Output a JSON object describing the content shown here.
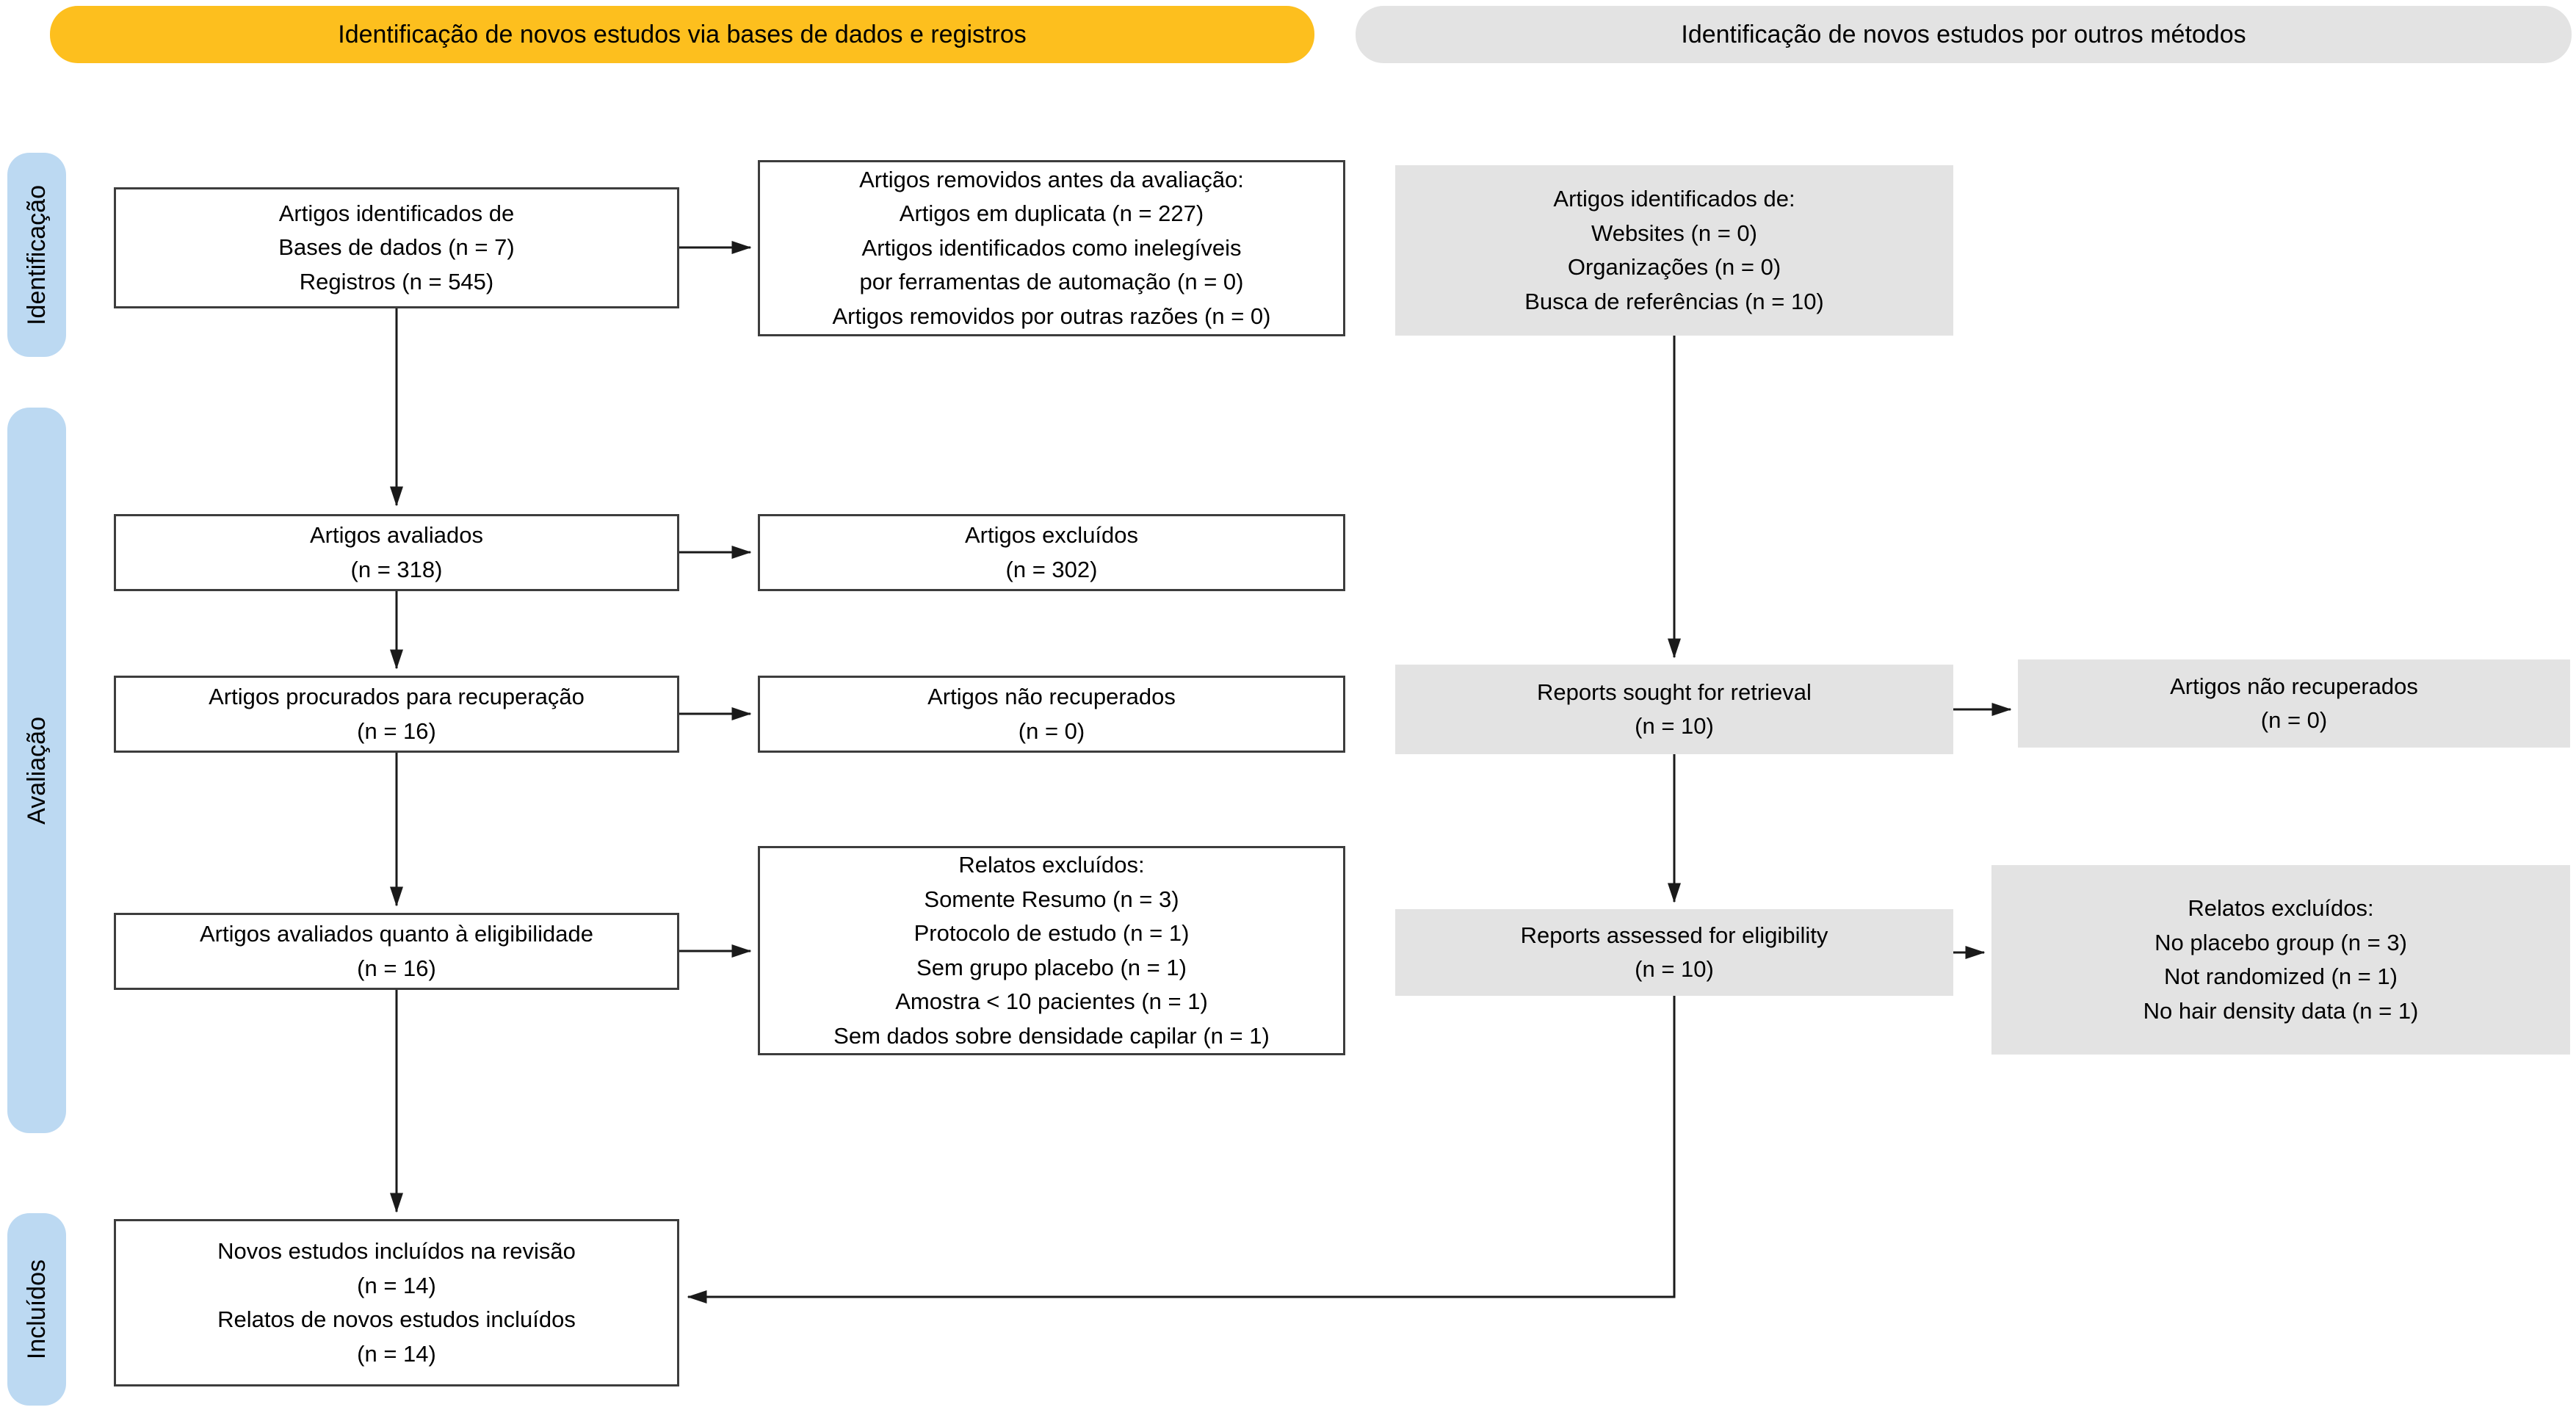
{
  "headers": {
    "databases": "Identificação de novos estudos via bases de dados e registros",
    "other_methods": "Identificação de novos estudos por outros métodos"
  },
  "stages": {
    "identification": "Identificação",
    "screening": "Avaliação",
    "included": "Incluídos"
  },
  "boxes": {
    "db_identified": {
      "lines": [
        "Artigos identificados de",
        "Bases de dados (n = 7)",
        "Registros (n = 545)"
      ]
    },
    "removed_before": {
      "lines": [
        "Artigos removidos antes da avaliação:",
        "Artigos em duplicata (n = 227)",
        "Artigos identificados como inelegíveis",
        "por ferramentas de automação (n = 0)",
        "Artigos removidos por outras razões (n = 0)"
      ]
    },
    "screened": {
      "lines": [
        "Artigos avaliados",
        "(n = 318)"
      ]
    },
    "excluded": {
      "lines": [
        "Artigos excluídos",
        "(n = 302)"
      ]
    },
    "sought": {
      "lines": [
        "Artigos procurados para recuperação",
        "(n = 16)"
      ]
    },
    "not_retrieved": {
      "lines": [
        "Artigos não recuperados",
        "(n = 0)"
      ]
    },
    "assessed": {
      "lines": [
        "Artigos avaliados quanto à eligibilidade",
        "(n = 16)"
      ]
    },
    "reports_excluded": {
      "lines": [
        "Relatos excluídos:",
        "Somente Resumo (n = 3)",
        "Protocolo de estudo (n = 1)",
        "Sem grupo placebo (n = 1)",
        "Amostra < 10 pacientes (n = 1)",
        "Sem dados sobre densidade capilar (n = 1)"
      ]
    },
    "included_studies": {
      "lines": [
        "Novos estudos incluídos na revisão",
        "(n = 14)",
        "Relatos de novos estudos incluídos",
        "(n = 14)"
      ]
    },
    "other_identified": {
      "lines": [
        "Artigos identificados de:",
        "Websites (n = 0)",
        "Organizações (n = 0)",
        "Busca de referências (n = 10)"
      ]
    },
    "other_sought": {
      "lines": [
        "Reports sought for retrieval",
        "(n = 10)"
      ]
    },
    "other_not_retrieved": {
      "lines": [
        "Artigos não recuperados",
        "(n = 0)"
      ]
    },
    "other_assessed": {
      "lines": [
        "Reports assessed for eligibility",
        "(n = 10)"
      ]
    },
    "other_excluded": {
      "lines": [
        "Relatos excluídos:",
        "No placebo group (n = 3)",
        "Not randomized (n = 1)",
        "No hair density data (n = 1)"
      ]
    }
  },
  "colors": {
    "header_yellow": "#FDBF1E",
    "header_gray": "#E3E3E3",
    "stage_blue": "#BCD9F2",
    "box_border": "#3D3D3D",
    "gray_box_fill": "#E3E3E3",
    "arrow": "#1A1A1A",
    "text": "#000000"
  }
}
